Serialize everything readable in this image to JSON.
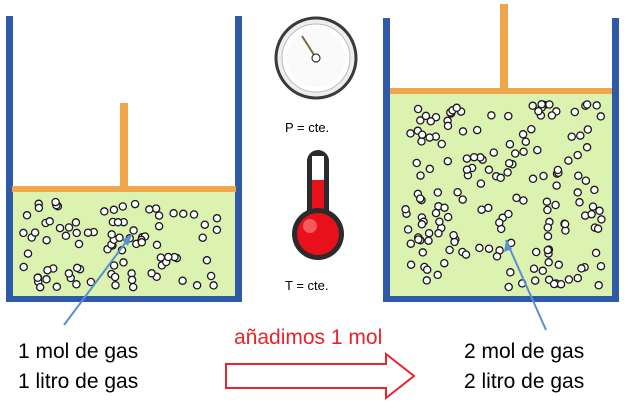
{
  "pressure_label": "P = cte.",
  "temperature_label": "T = cte.",
  "left": {
    "line1": "1 mol de gas",
    "line2": "1 litro de gas"
  },
  "right": {
    "line1": "2 mol de gas",
    "line2": "2 litro de gas"
  },
  "action_label": "añadimos  1 mol",
  "colors": {
    "container": "#2e5aa8",
    "gas": "#dcf2b0",
    "piston": "#f0a64a",
    "arrow": "#e8232a",
    "pointer": "#5b8fd0"
  }
}
